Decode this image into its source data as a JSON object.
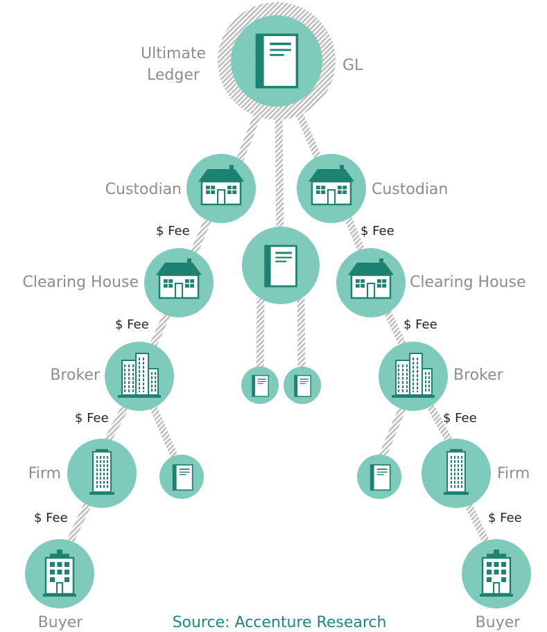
{
  "colors": {
    "node_fill": "#7fcbbb",
    "icon_dark": "#1d8270",
    "connector": "#bcbcbc",
    "fee_text": "#222222",
    "label_text": "#8c8c8c",
    "source_text": "#1a8a78"
  },
  "labels": {
    "ultimate_ledger_line1": "Ultimate",
    "ultimate_ledger_line2": "Ledger",
    "gl": "GL",
    "custodian_left": "Custodian",
    "custodian_right": "Custodian",
    "clearing_left": "Clearing House",
    "clearing_right": "Clearing House",
    "broker_left": "Broker",
    "broker_right": "Broker",
    "firm_left": "Firm",
    "firm_right": "Firm",
    "buyer_left": "Buyer",
    "buyer_right": "Buyer"
  },
  "fees": {
    "fee_custodian_left": "$ Fee",
    "fee_custodian_right": "$ Fee",
    "fee_clearing_left": "$ Fee",
    "fee_clearing_right": "$ Fee",
    "fee_broker_left": "$ Fee",
    "fee_broker_right": "$ Fee",
    "fee_firm_left": "$ Fee",
    "fee_firm_right": "$ Fee"
  },
  "source": "Source: Accenture Research",
  "icons": {
    "ledger": "ledger-book-icon",
    "house": "house-icon",
    "office": "office-buildings-icon",
    "tower": "tower-building-icon",
    "buyer": "apartment-building-icon"
  }
}
